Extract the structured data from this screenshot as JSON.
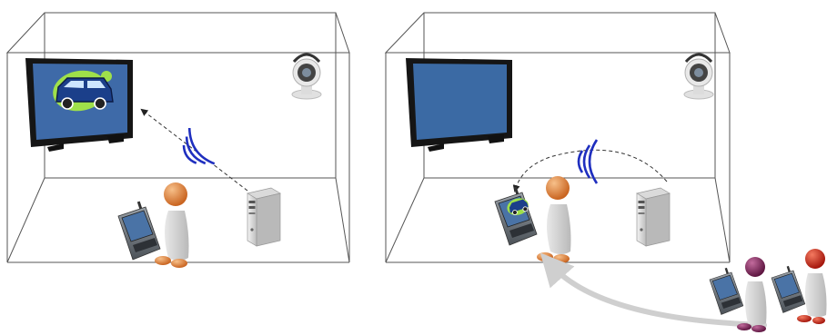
{
  "scenes": [
    {
      "id": "left-room",
      "tv_state": "showing-car-image",
      "transfer": "computer-to-tv"
    },
    {
      "id": "right-room",
      "tv_state": "blank",
      "transfer": "computer-to-pda"
    }
  ],
  "users_arriving": 2,
  "colors": {
    "outline": "#555555",
    "screen_blue": "#3e6aa8",
    "screen_blank": "#3b6aa4",
    "bezel": "#1a1a1a",
    "car_bg": "#9fe04a",
    "signal": "#1f2fbf",
    "head_orange": "#d9772e",
    "body_gray": "#cfcfcf",
    "head_purple": "#7a2657",
    "head_red": "#c8281b",
    "path_gray": "#cccccc"
  },
  "icons": [
    "tv-icon",
    "webcam-icon",
    "pc-tower-icon",
    "pda-icon",
    "wireless-signal-icon",
    "person-icon"
  ]
}
